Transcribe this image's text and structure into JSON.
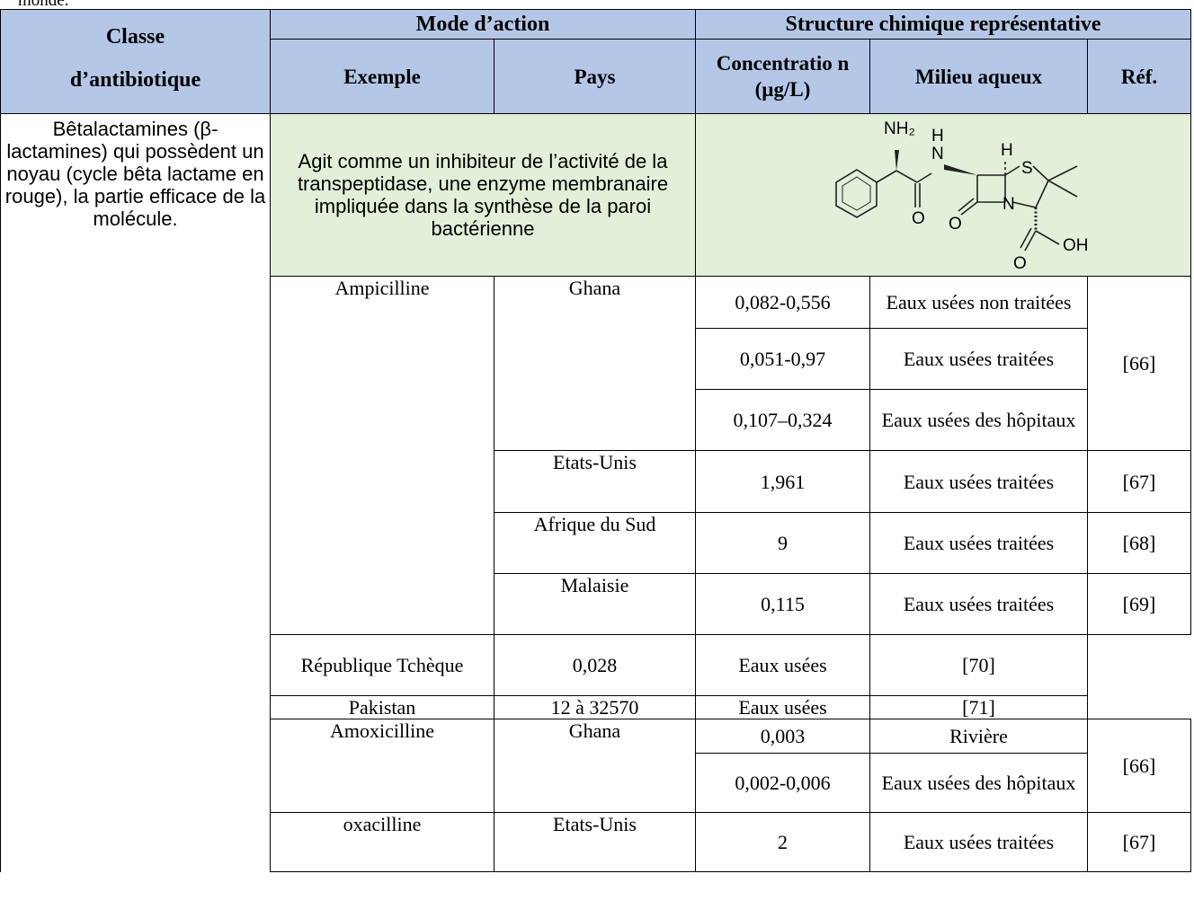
{
  "page": {
    "top_fragment": "monde."
  },
  "headers": {
    "classe_line1": "Classe",
    "classe_line2": "d’antibiotique",
    "mode_action": "Mode d’action",
    "structure": "Structure chimique représentative",
    "exemple": "Exemple",
    "pays": "Pays",
    "concentration": "Concentratio n (µg/L)",
    "milieu": "Milieu aqueux",
    "ref": "Réf."
  },
  "class_row": {
    "classe": "Bêtalactamines (β-lactamines) qui possèdent un noyau (cycle bêta lactame en rouge), la partie efficace de la molécule.",
    "mode": "Agit comme un inhibiteur de l’activité de la transpeptidase, une enzyme membranaire impliquée dans la synthèse de la paroi bactérienne",
    "structure_labels": {
      "nh2": "NH₂",
      "h_amide": "H",
      "n_amide": "N",
      "h_ring": "H",
      "s": "S",
      "o_amide": "O",
      "n_ring": "N",
      "o_lactam": "O",
      "oh": "OH",
      "o_acid": "O"
    }
  },
  "rows": {
    "amp": "Ampicilline",
    "ghana1": "Ghana",
    "c1": "0,082-0,556",
    "m1": "Eaux usées non traitées",
    "r66a": "[66]",
    "c2": "0,051-0,97",
    "m2": "Eaux usées traitées",
    "c3": "0,107–0,324",
    "m3": "Eaux usées des hôpitaux",
    "us1": "Etats-Unis",
    "c4": "1,961",
    "m4": "Eaux usées traitées",
    "r67a": "[67]",
    "za": "Afrique du Sud",
    "c5": "9",
    "m5": "Eaux usées traitées",
    "r68": "[68]",
    "my": "Malaisie",
    "c6": "0,115",
    "m6": "Eaux usées traitées",
    "r69": "[69]",
    "cz": "République Tchèque",
    "c7": "0,028",
    "m7": "Eaux usées",
    "r70": "[70]",
    "pk": "Pakistan",
    "c8": "12 à 32570",
    "m8": "Eaux usées",
    "r71": "[71]",
    "amox": "Amoxicilline",
    "ghana2": "Ghana",
    "c9": "0,003",
    "m9": "Rivière",
    "r66b": "[66]",
    "c10": "0,002-0,006",
    "m10": "Eaux usées des hôpitaux",
    "oxa": "oxacilline",
    "us2": "Etats-Unis",
    "c11": "2",
    "m11": "Eaux usées traitées",
    "r67b": "[67]"
  }
}
